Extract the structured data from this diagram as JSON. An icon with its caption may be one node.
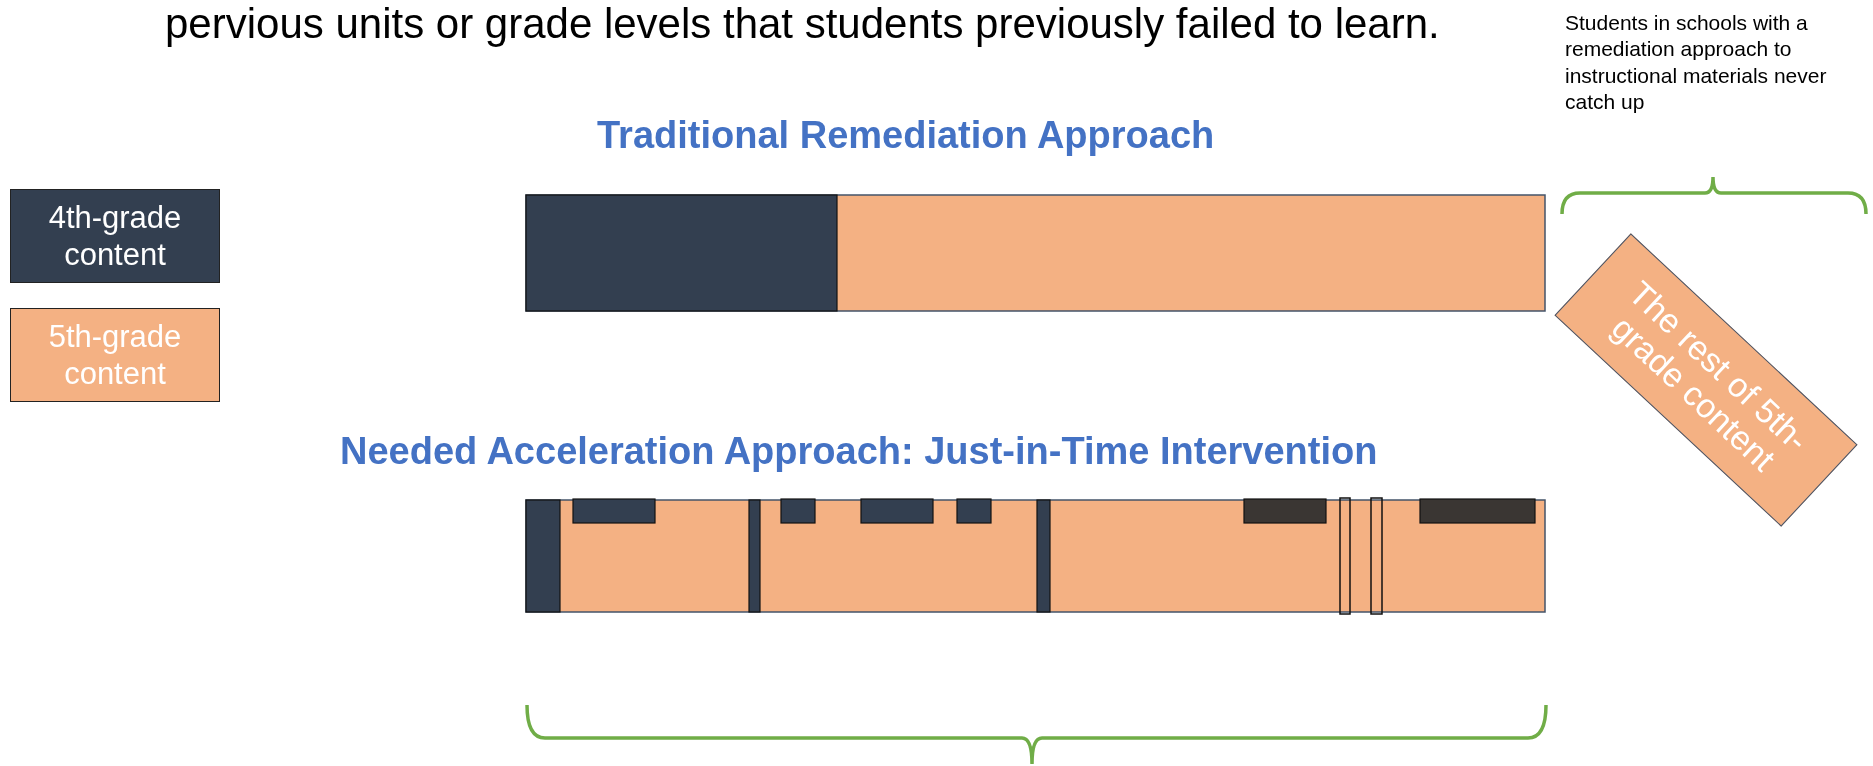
{
  "diagram": {
    "nodes": [
      {
        "text": [
          "The rest of 5th-grade content"
        ]
      }
    ],
    "labels": [
      "pervious units or grade levels that students previously failed to learn.",
      "Students in schools with a remediation approach to instructional materials never catch up",
      "Traditional Remediation Approach",
      "Needed Acceleration Approach: Just-in-Time Intervention"
    ],
    "legend": [
      {
        "text": "4th-grade content",
        "color": "#333f50"
      },
      {
        "text": "5th-grade content",
        "color": "#f4b183"
      }
    ]
  }
}
